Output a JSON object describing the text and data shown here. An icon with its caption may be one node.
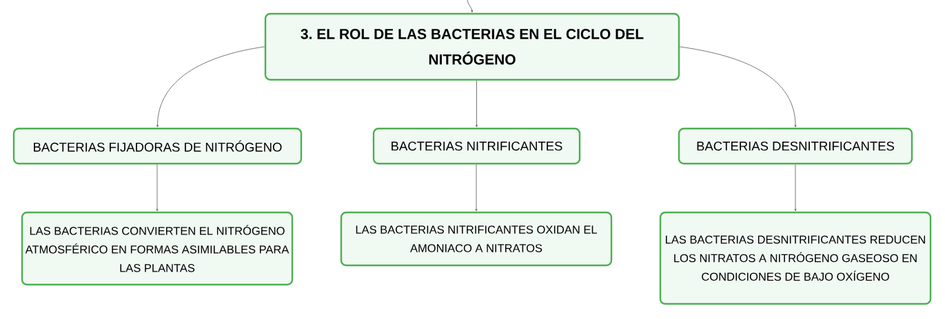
{
  "diagram": {
    "nodes": [
      {
        "text": [
          "3. EL ROL DE LAS BACTERIAS EN EL CICLO DEL NITRÓGENO"
        ]
      },
      {
        "text": [
          "BACTERIAS FIJADORAS DE NITRÓGENO"
        ]
      },
      {
        "text": [
          "BACTERIAS NITRIFICANTES"
        ]
      },
      {
        "text": [
          "BACTERIAS DESNITRIFICANTES"
        ]
      },
      {
        "text": [
          "LAS BACTERIAS CONVIERTEN EL NITRÓGENO ATMOSFÉRICO EN FORMAS ASIMILABLES PARA LAS PLANTAS"
        ]
      },
      {
        "text": [
          "LAS BACTERIAS NITRIFICANTES OXIDAN EL AMONIACO A NITRATOS"
        ]
      },
      {
        "text": [
          "LAS BACTERIAS DESNITRIFICANTES REDUCEN LOS NITRATOS A NITRÓGENO GASEOSO EN CONDICIONES DE BAJO OXÍGENO"
        ]
      }
    ],
    "edges": [
      {
        "from": null,
        "to": 0,
        "arrow": "to"
      },
      {
        "from": 0,
        "to": 1,
        "arrow": "to"
      },
      {
        "from": 0,
        "to": 2,
        "arrow": "to"
      },
      {
        "from": 0,
        "to": 3,
        "arrow": "to"
      },
      {
        "from": 1,
        "to": 4,
        "arrow": "to"
      },
      {
        "from": 2,
        "to": 5,
        "arrow": "to"
      },
      {
        "from": 3,
        "to": 6,
        "arrow": "to"
      }
    ]
  }
}
